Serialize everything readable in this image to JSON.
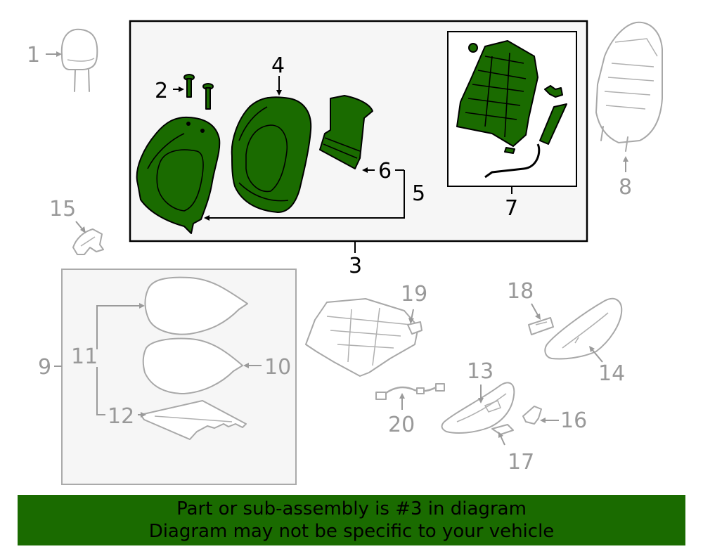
{
  "parts": [
    {
      "n": "1",
      "highlight": false
    },
    {
      "n": "2",
      "highlight": true
    },
    {
      "n": "3",
      "highlight": true
    },
    {
      "n": "4",
      "highlight": true
    },
    {
      "n": "5",
      "highlight": true
    },
    {
      "n": "6",
      "highlight": true
    },
    {
      "n": "7",
      "highlight": true
    },
    {
      "n": "8",
      "highlight": false
    },
    {
      "n": "9",
      "highlight": false
    },
    {
      "n": "10",
      "highlight": false
    },
    {
      "n": "11",
      "highlight": false
    },
    {
      "n": "12",
      "highlight": false
    },
    {
      "n": "13",
      "highlight": false
    },
    {
      "n": "14",
      "highlight": false
    },
    {
      "n": "15",
      "highlight": false
    },
    {
      "n": "16",
      "highlight": false
    },
    {
      "n": "17",
      "highlight": false
    },
    {
      "n": "18",
      "highlight": false
    },
    {
      "n": "19",
      "highlight": false
    },
    {
      "n": "20",
      "highlight": false
    }
  ],
  "banner": {
    "line1": "Part or sub-assembly is #3 in diagram",
    "line2": "Diagram may not be specific to your vehicle"
  },
  "colors": {
    "highlight": "#1a6b00",
    "outline_grey": "#a8a8a8",
    "label_grey": "#999999"
  }
}
